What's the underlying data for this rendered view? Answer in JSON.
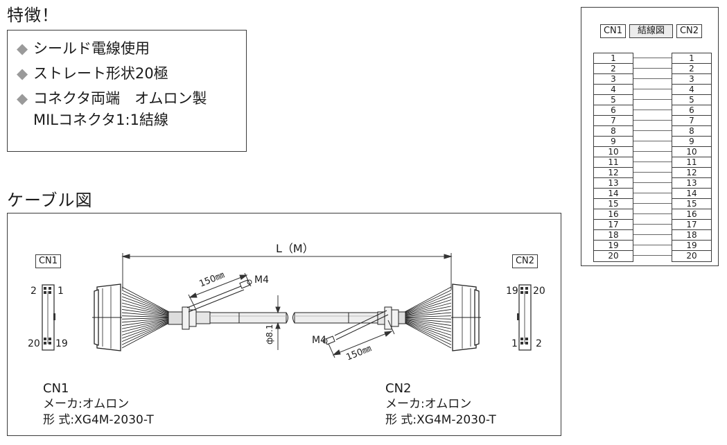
{
  "features": {
    "title": "特徴！",
    "items": [
      "シールド電線使用",
      "ストレート形状20極",
      "コネクタ両端　オムロン製"
    ],
    "continuation": "MILコネクタ1:1結線",
    "bullet": "◆"
  },
  "cable": {
    "title": "ケーブル図",
    "length_label": "L（M）",
    "branch_length": "150㎜",
    "screw": "M4",
    "diameter": "ф8.1",
    "cn1": {
      "label": "CN1",
      "pin_top_left": "2",
      "pin_top_right": "1",
      "pin_bottom_left": "20",
      "pin_bottom_right": "19",
      "name": "CN1",
      "maker": "メーカ:オムロン",
      "model": "形 式:XG4M-2030-T"
    },
    "cn2": {
      "label": "CN2",
      "pin_top_left": "19",
      "pin_top_right": "20",
      "pin_bottom_left": "1",
      "pin_bottom_right": "2",
      "name": "CN2",
      "maker": "メーカ:オムロン",
      "model": "形 式:XG4M-2030-T"
    }
  },
  "wiring": {
    "cn1_label": "CN1",
    "title": "結線図",
    "cn2_label": "CN2",
    "pins": [
      "1",
      "2",
      "3",
      "4",
      "5",
      "6",
      "7",
      "8",
      "9",
      "10",
      "11",
      "12",
      "13",
      "14",
      "15",
      "16",
      "17",
      "18",
      "19",
      "20"
    ]
  }
}
